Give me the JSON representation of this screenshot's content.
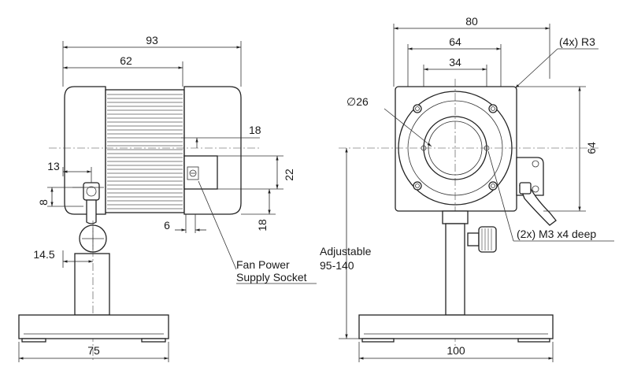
{
  "side_view": {
    "dims": {
      "overall_length": "93",
      "body_length": "62",
      "fin_offset": "18",
      "socket_height": "22",
      "socket_to_bottom": "18",
      "knob_offset": "13",
      "knob_height": "8",
      "socket_width": "6",
      "post_offset": "14.5",
      "base_width": "75"
    },
    "callout": {
      "line1": "Fan Power",
      "line2": "Supply Socket"
    }
  },
  "front_view": {
    "dims": {
      "overall_width": "80",
      "hole_pitch": "64",
      "aperture_width": "34",
      "aperture_dia": "∅26",
      "height": "64",
      "base_width": "100"
    },
    "corner_radius_note": "(4x) R3",
    "thread_note": "(2x) M3 x4 deep",
    "adjustable": {
      "line1": "Adjustable",
      "line2": "95-140"
    }
  }
}
